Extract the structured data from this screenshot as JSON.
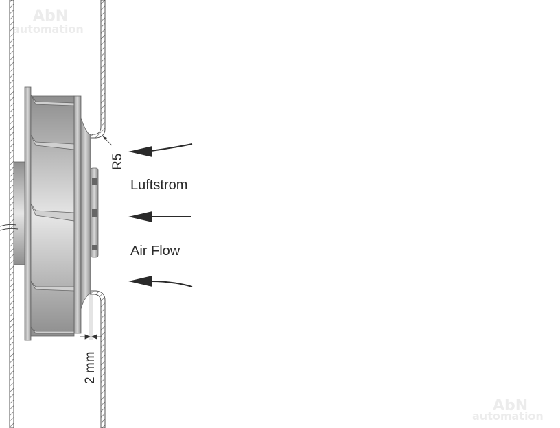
{
  "labels": {
    "radius": "R5",
    "airflow_de": "Luftstrom",
    "airflow_en": "Air Flow",
    "gap": "2 mm"
  },
  "watermark": {
    "line1": "AbN",
    "line2": "automation"
  },
  "colors": {
    "wall": "#555555",
    "fan_dark": "#8a8a8a",
    "fan_light": "#e2e2e2",
    "arrow": "#2a2a2a"
  }
}
